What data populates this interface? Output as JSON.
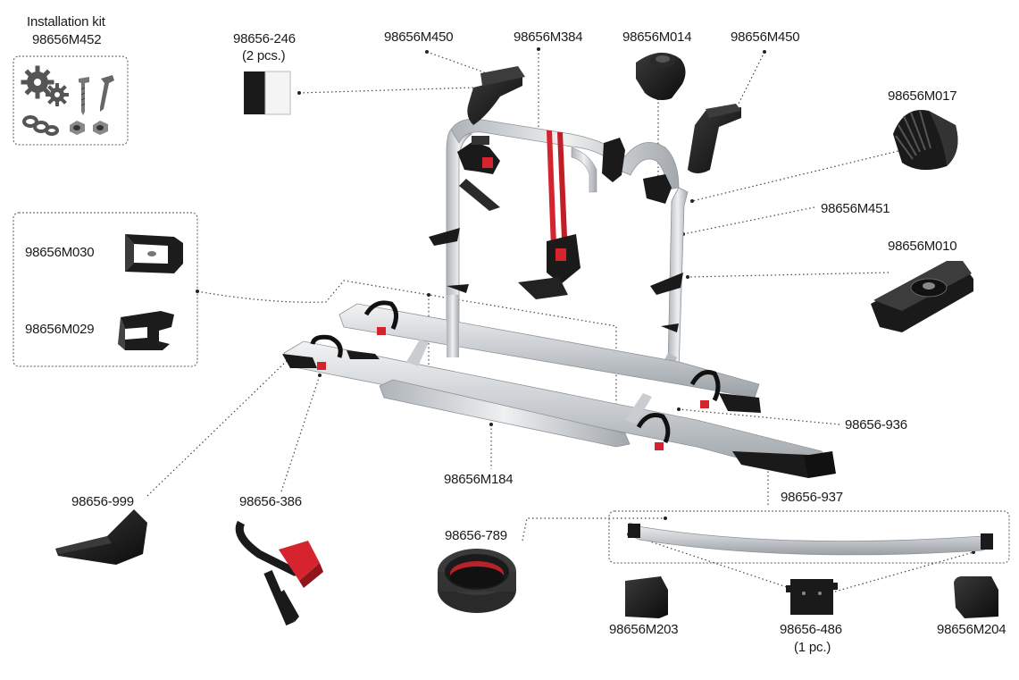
{
  "labels": {
    "installation_kit_title": "Installation kit",
    "installation_kit_code": "98656M452",
    "strip_code": "98656-246",
    "strip_qty": "(2 pcs.)",
    "arm_top_left": "98656M450",
    "frame_top": "98656M384",
    "knob": "98656M014",
    "arm_top_right": "98656M450",
    "cap_cone": "98656M017",
    "tube_clamp": "98656M451",
    "wheel_holder_clip": "98656M010",
    "bracket_a": "98656M030",
    "bracket_b": "98656M029",
    "rail_right": "98656-936",
    "rail_center": "98656M184",
    "rail_long": "98656-937",
    "end_cap_small": "98656-999",
    "strap": "98656-386",
    "tire_band": "98656-789",
    "end_cap_left": "98656M203",
    "plate": "98656-486",
    "plate_qty": "(1 pc.)",
    "end_cap_right": "98656M204"
  },
  "colors": {
    "frame": "#cfd3d6",
    "rail": "#d4d7da",
    "dark": "#1e1e1e",
    "accent_red": "#d5242e",
    "leader": "#444444"
  }
}
